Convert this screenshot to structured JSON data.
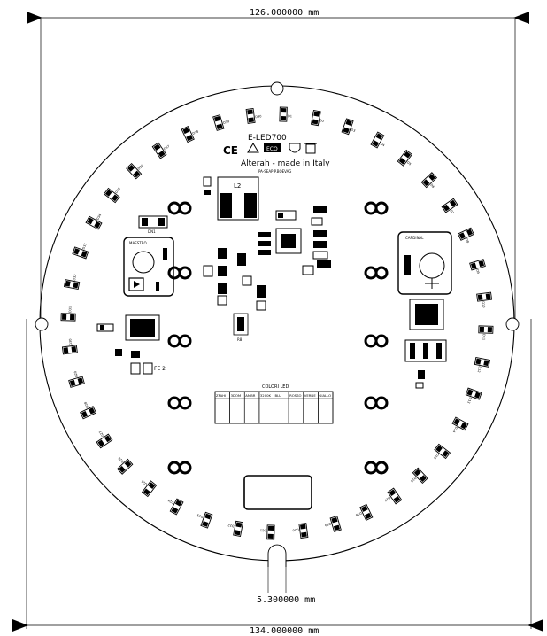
{
  "dimensions": {
    "top_width": "126.000000 mm",
    "bottom_width": "134.000000 mm",
    "slot_width": "5.300000 mm"
  },
  "board": {
    "part_number": "E-LED700",
    "brand_line": "Alterah - made in Italy",
    "small_code": "PA-SEAP P.BOEVAG",
    "cert_badge": "CE",
    "badge_label": "ECO"
  },
  "labels": {
    "l2": "L2",
    "dn1": "DN1",
    "r8": "R8",
    "fe2": "FE 2",
    "left_module": "MAESTRO",
    "right_module": "CARDINAL"
  },
  "color_table": {
    "title": "COLORI LED",
    "options": [
      "ZPAHI",
      "3DOM",
      "AMBR",
      "3200K",
      "BLU",
      "ROSSO",
      "VERDE",
      "GIALLO"
    ]
  },
  "led_ring": {
    "count": 40,
    "ref_prefix": "D"
  }
}
